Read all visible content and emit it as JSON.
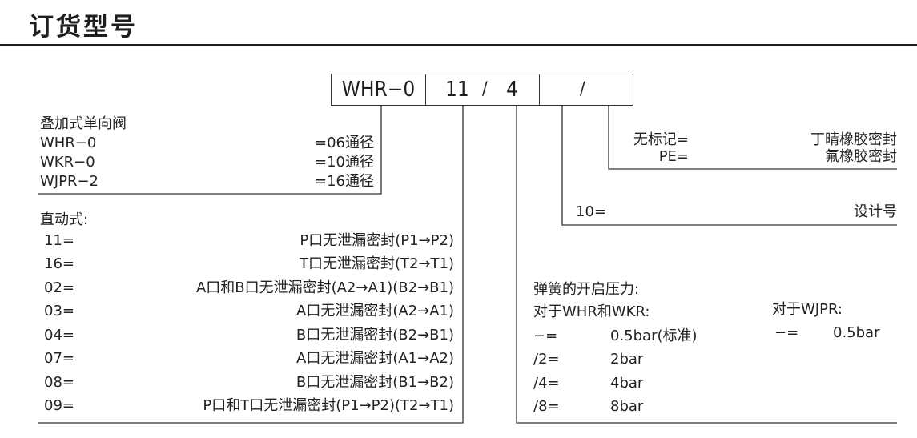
{
  "title": "订货型号",
  "code_boxes": {
    "model": "WHR−0",
    "seal": "11",
    "slash1": "/",
    "spring": "4",
    "slash2": "/"
  },
  "valve_types": {
    "heading": "叠加式单向阀",
    "items": [
      {
        "code": "WHR−0",
        "desc": "=06通径"
      },
      {
        "code": "WKR−0",
        "desc": "=10通径"
      },
      {
        "code": "WJPR−2",
        "desc": "=16通径"
      }
    ]
  },
  "direct_acting": {
    "heading": "直动式:",
    "items": [
      {
        "code": "11=",
        "desc": "P口无泄漏密封(P1→P2)"
      },
      {
        "code": "16=",
        "desc": "T口无泄漏密封(T2→T1)"
      },
      {
        "code": "02=",
        "desc": "A口和B口无泄漏密封(A2→A1)(B2→B1)"
      },
      {
        "code": "03=",
        "desc": "A口无泄漏密封(A2→A1)"
      },
      {
        "code": "04=",
        "desc": "B口无泄漏密封(B2→B1)"
      },
      {
        "code": "07=",
        "desc": "A口无泄漏密封(A1→A2)"
      },
      {
        "code": "08=",
        "desc": "B口无泄漏密封(B1→B2)"
      },
      {
        "code": "09=",
        "desc": "P口和T口无泄漏密封(P1→P2)(T2→T1)"
      }
    ]
  },
  "seals": {
    "items": [
      {
        "code": "无标记=",
        "desc": "丁晴橡胶密封"
      },
      {
        "code": "PE=",
        "desc": "氟橡胶密封"
      }
    ]
  },
  "design": {
    "code": "10=",
    "desc": "设计号"
  },
  "spring": {
    "heading": "弹簧的开启压力:",
    "whr_wkr": {
      "heading": "对于WHR和WKR:",
      "items": [
        {
          "code": "−=",
          "desc": "0.5bar(标准)"
        },
        {
          "code": "/2=",
          "desc": "2bar"
        },
        {
          "code": "/4=",
          "desc": "4bar"
        },
        {
          "code": "/8=",
          "desc": "8bar"
        }
      ]
    },
    "wjpr": {
      "heading": "对于WJPR:",
      "items": [
        {
          "code": "−=",
          "desc": "0.5bar"
        }
      ]
    }
  }
}
